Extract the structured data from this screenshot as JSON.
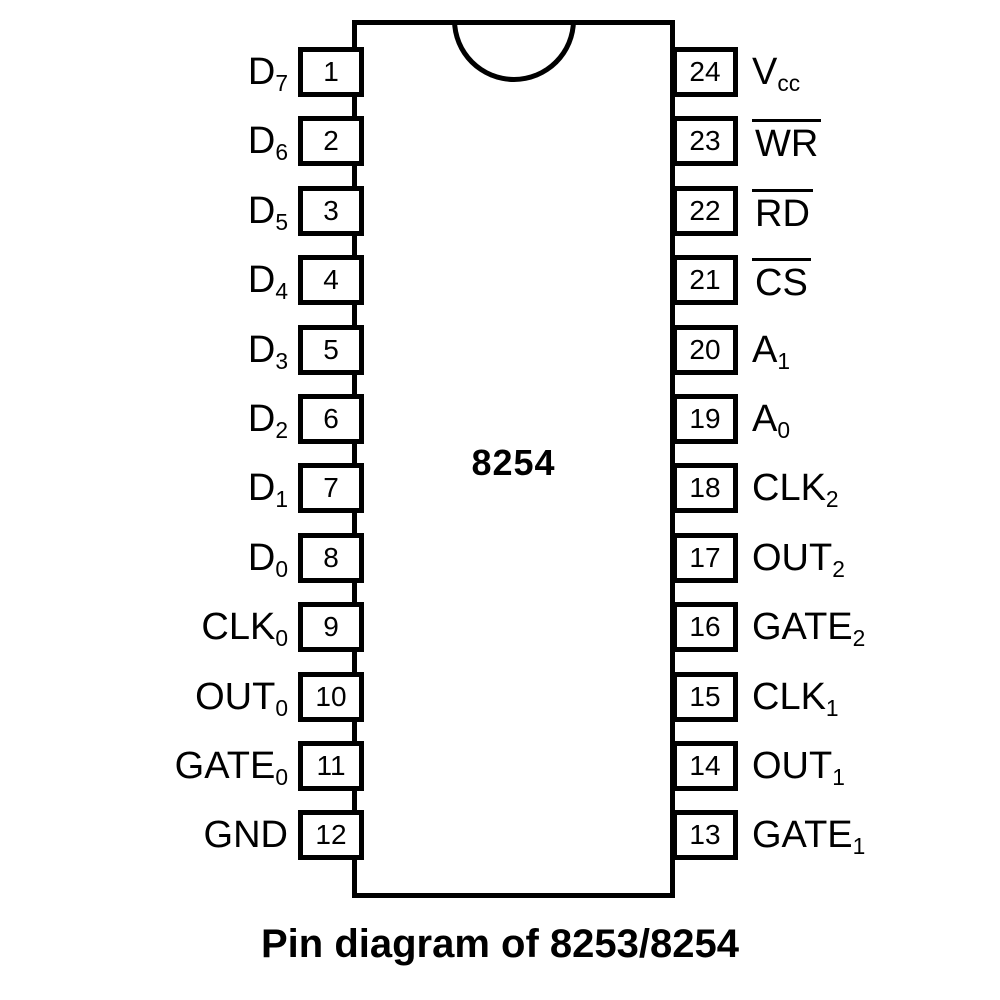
{
  "diagram": {
    "title": "Pin diagram of 8253/8254",
    "chip_name": "8254",
    "colors": {
      "line": "#000000",
      "background": "#ffffff",
      "text": "#000000"
    },
    "left_pins": [
      {
        "number": "1",
        "label": "D",
        "sub": "7",
        "overline": false
      },
      {
        "number": "2",
        "label": "D",
        "sub": "6",
        "overline": false
      },
      {
        "number": "3",
        "label": "D",
        "sub": "5",
        "overline": false
      },
      {
        "number": "4",
        "label": "D",
        "sub": "4",
        "overline": false
      },
      {
        "number": "5",
        "label": "D",
        "sub": "3",
        "overline": false
      },
      {
        "number": "6",
        "label": "D",
        "sub": "2",
        "overline": false
      },
      {
        "number": "7",
        "label": "D",
        "sub": "1",
        "overline": false
      },
      {
        "number": "8",
        "label": "D",
        "sub": "0",
        "overline": false
      },
      {
        "number": "9",
        "label": "CLK",
        "sub": "0",
        "overline": false
      },
      {
        "number": "10",
        "label": "OUT",
        "sub": "0",
        "overline": false
      },
      {
        "number": "11",
        "label": "GATE",
        "sub": "0",
        "overline": false
      },
      {
        "number": "12",
        "label": "GND",
        "sub": "",
        "overline": false
      }
    ],
    "right_pins": [
      {
        "number": "24",
        "label": "V",
        "sub": "cc",
        "overline": false
      },
      {
        "number": "23",
        "label": "WR",
        "sub": "",
        "overline": true
      },
      {
        "number": "22",
        "label": "RD",
        "sub": "",
        "overline": true
      },
      {
        "number": "21",
        "label": "CS",
        "sub": "",
        "overline": true
      },
      {
        "number": "20",
        "label": "A",
        "sub": "1",
        "overline": false
      },
      {
        "number": "19",
        "label": "A",
        "sub": "0",
        "overline": false
      },
      {
        "number": "18",
        "label": "CLK",
        "sub": "2",
        "overline": false
      },
      {
        "number": "17",
        "label": "OUT",
        "sub": "2",
        "overline": false
      },
      {
        "number": "16",
        "label": "GATE",
        "sub": "2",
        "overline": false
      },
      {
        "number": "15",
        "label": "CLK",
        "sub": "1",
        "overline": false
      },
      {
        "number": "14",
        "label": "OUT",
        "sub": "1",
        "overline": false
      },
      {
        "number": "13",
        "label": "GATE",
        "sub": "1",
        "overline": false
      }
    ]
  }
}
